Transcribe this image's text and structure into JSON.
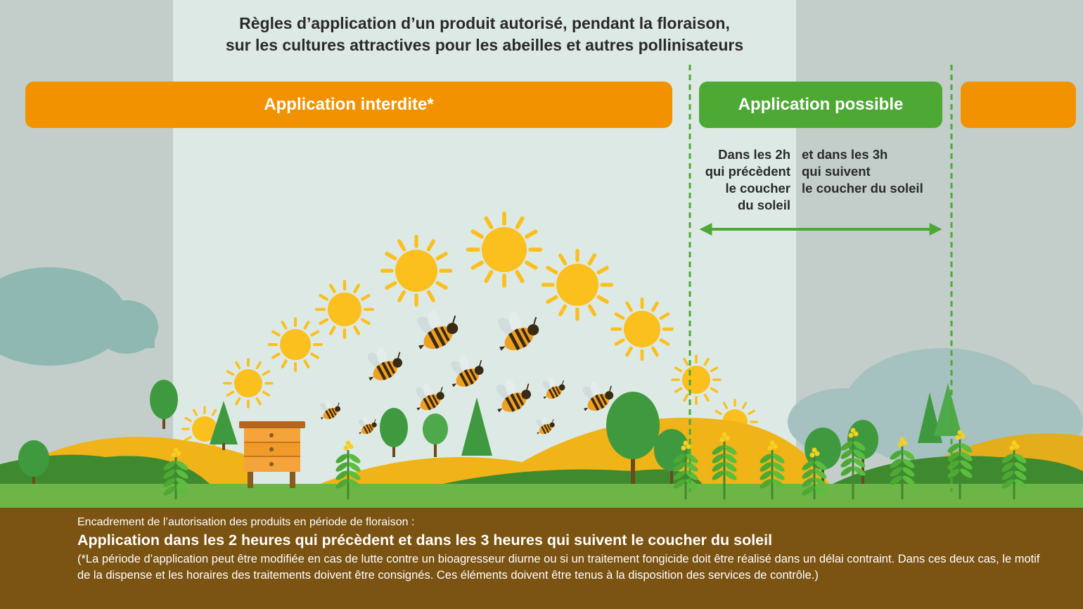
{
  "title_line1": "Règles d’application d’un produit autorisé, pendant la floraison,",
  "title_line2": "sur les cultures attractives pour les abeilles et autres pollinisateurs",
  "bars": {
    "forbidden": "Application interdite*",
    "possible": "Application possible"
  },
  "window": {
    "before_lines": [
      "Dans les 2h",
      "qui précèdent",
      "le coucher",
      "du soleil"
    ],
    "after_lines": [
      "et dans les 3h",
      "qui suivent",
      "le coucher du soleil"
    ]
  },
  "footer": {
    "intro": "Encadrement de l’autorisation des produits en période de floraison :",
    "main": "Application dans les 2 heures qui précèdent et dans les 3 heures qui suivent le coucher du soleil",
    "detail": "(*La période d’application peut être modifiée en cas de lutte contre un bioagresseur diurne ou si un traitement fongicide doit être réalisé dans un délai contraint. Dans ces deux cas, le motif de la dispense et les horaires des traitements doivent être consignés. Ces éléments doivent être tenus à la disposition des services de contrôle.)"
  },
  "colors": {
    "forbidden": "#f29200",
    "possible": "#4da934",
    "sun": "#fbbf1e",
    "hill_yellow": "#f0b318",
    "grass": "#6db546",
    "soil": "#7b5312"
  }
}
